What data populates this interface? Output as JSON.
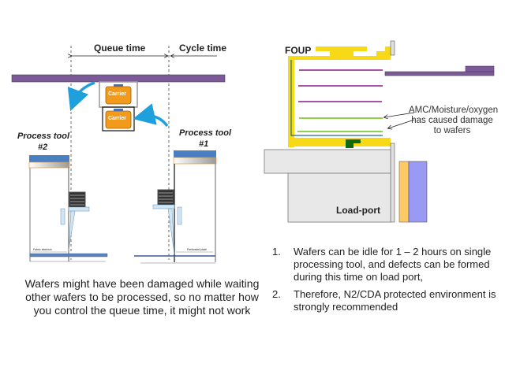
{
  "left_diagram": {
    "queue_time_label": "Queue time",
    "cycle_time_label": "Cycle time",
    "carrier_top_label": "Carrier",
    "carrier_bottom_label": "Carrier",
    "process_tool_2": {
      "name": "Process tool",
      "number": "#2"
    },
    "process_tool_1": {
      "name": "Process tool",
      "number": "#1"
    },
    "tool_2_plate_label": "Fabric interlock",
    "tool_1_plate_label": "Perforated plate",
    "caption": "Wafers might have been damaged while waiting other wafers to be processed, so no matter how you control the queue time, it might not work"
  },
  "right_diagram": {
    "foup_label": "FOUP",
    "callout": [
      "AMC/Moisture/oxygen",
      "has caused damage",
      "to wafers"
    ],
    "loadport_label": "Load-port",
    "notes": [
      {
        "num": "1.",
        "text": "Wafers can be idle for 1 – 2 hours on single processing tool, and defects can be formed during this time on load port,"
      },
      {
        "num": "2.",
        "text": "Therefore, N2/CDA protected environment is strongly recommended"
      }
    ]
  },
  "colors": {
    "rail": "#7b5a98",
    "carrier": "#f29a1c",
    "arrow": "#1ea0dc",
    "tool_top": "#4a7fc1",
    "foup": "#f7d917",
    "wafer_good": "#8b1a8b",
    "wafer_damaged": "#8fd14f",
    "loadport": "#e8e8e8",
    "door_orange": "#ffc966",
    "door_blue": "#9a9af5"
  }
}
